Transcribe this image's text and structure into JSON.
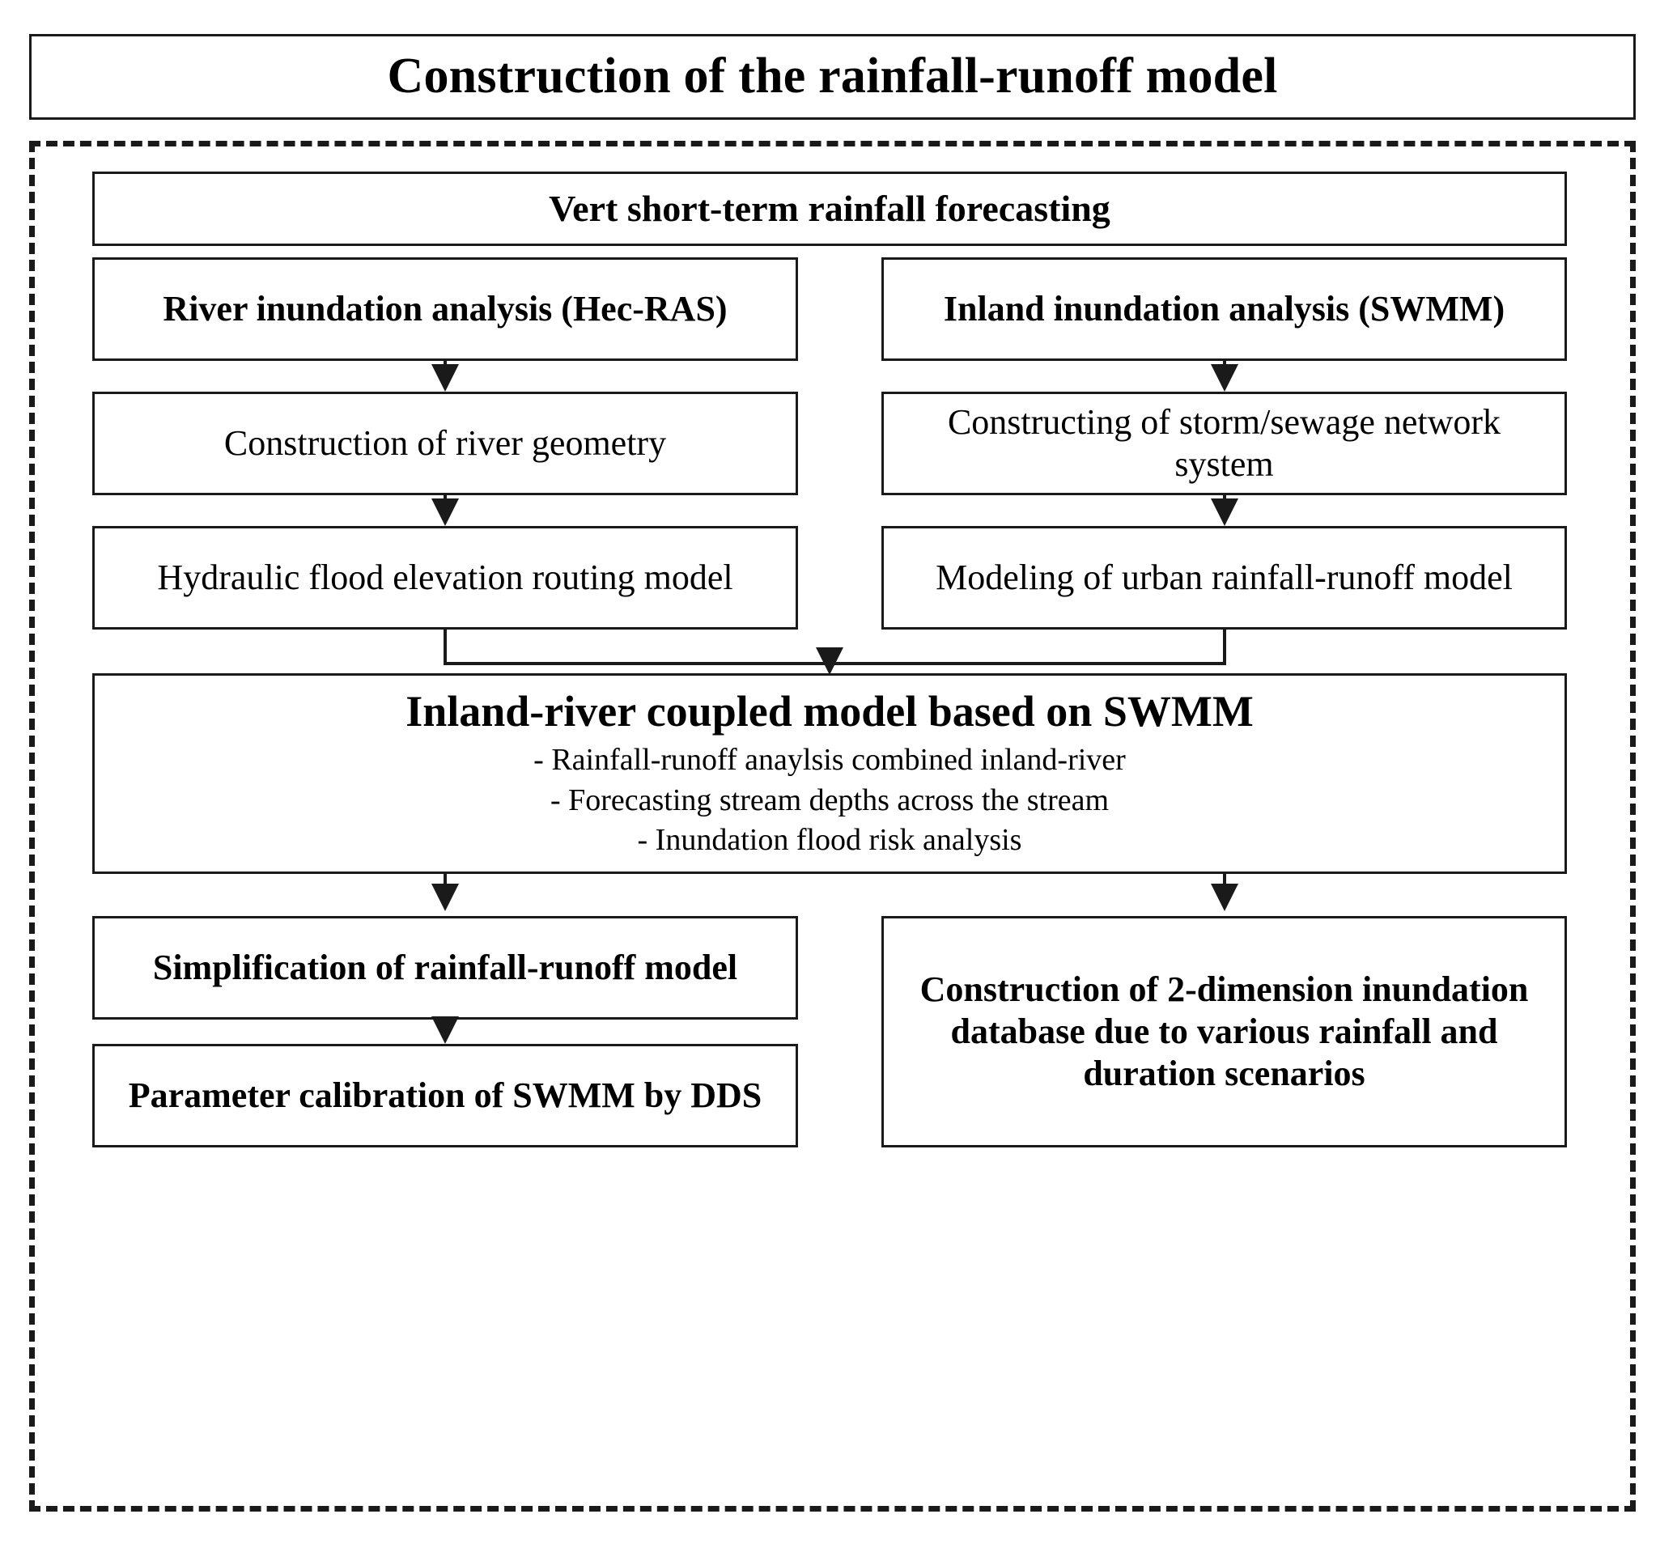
{
  "diagram": {
    "title": "Construction of the rainfall-runoff model",
    "forecast_bar": "Vert short-term rainfall forecasting",
    "left_column": {
      "heading": "River inundation analysis (Hec-RAS)",
      "step2": "Construction of river geometry",
      "step3": "Hydraulic flood elevation routing model"
    },
    "right_column": {
      "heading": "Inland inundation analysis (SWMM)",
      "step2": "Constructing of storm/sewage network system",
      "step3": "Modeling of urban rainfall-runoff model"
    },
    "coupled_model": {
      "heading": "Inland-river coupled model based on SWMM",
      "bullet1": "- Rainfall-runoff anaylsis combined inland-river",
      "bullet2": "- Forecasting stream depths across the stream",
      "bullet3": "- Inundation flood risk analysis"
    },
    "bottom": {
      "simplification": "Simplification of rainfall-runoff model",
      "calibration": "Parameter calibration of SWMM by DDS",
      "database": "Construction of 2-dimension inundation database due to various rainfall and duration scenarios"
    },
    "colors": {
      "stroke": "#1a1a1a",
      "background": "#ffffff"
    }
  }
}
